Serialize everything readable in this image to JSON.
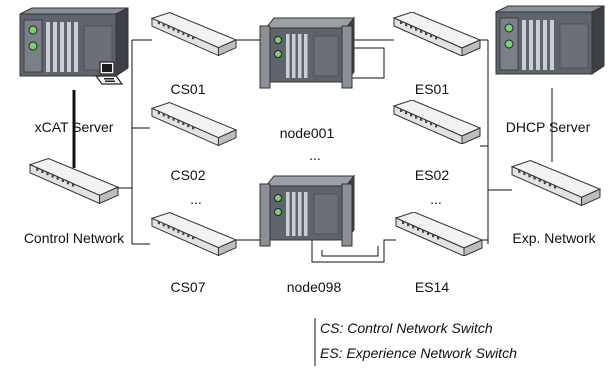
{
  "labels": {
    "xcat_server": "xCAT Server",
    "control_network": "Control Network",
    "cs01": "CS01",
    "cs02": "CS02",
    "cs07": "CS07",
    "node001": "node001",
    "node098": "node098",
    "es01": "ES01",
    "es02": "ES02",
    "es14": "ES14",
    "dhcp_server": "DHCP Server",
    "exp_network": "Exp. Network",
    "ellipsis_cs": "...",
    "ellipsis_nodes": "...",
    "ellipsis_es": "..."
  },
  "legend": {
    "cs": "CS: Control Network Switch",
    "es": "ES: Experience Network Switch"
  },
  "colors": {
    "server_body": "#5f646c",
    "server_top": "#8a9097",
    "server_side": "#3d4147",
    "switch_body": "#e9e9e9",
    "switch_side": "#bdbdbd",
    "led": "#7fcf6a",
    "wire": "#111111"
  },
  "icons": {
    "server": "server-icon",
    "switch": "switch-icon",
    "node": "node-icon",
    "laptop": "laptop-icon"
  }
}
